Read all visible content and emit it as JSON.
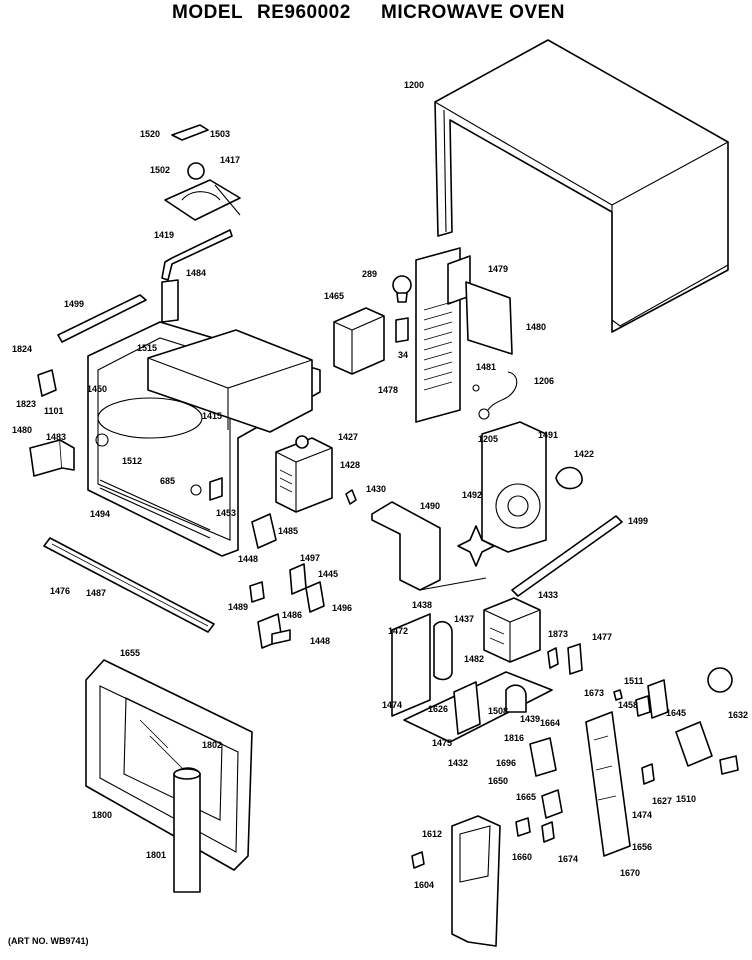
{
  "title": {
    "model_word": "MODEL",
    "model_number": "RE960002",
    "product": "MICROWAVE OVEN"
  },
  "art_number": "(ART NO. WB9741)",
  "part_labels": [
    "1200",
    "1520",
    "1503",
    "1502",
    "1417",
    "1419",
    "1484",
    "1499",
    "1515",
    "1824",
    "1823",
    "1450",
    "1101",
    "1415",
    "1480",
    "1483",
    "1512",
    "685",
    "1453",
    "1494",
    "1476",
    "1487",
    "289",
    "1479",
    "1465",
    "34",
    "1480",
    "1478",
    "1481",
    "1206",
    "1205",
    "1427",
    "1428",
    "1430",
    "1491",
    "1422",
    "1490",
    "1492",
    "1499",
    "1485",
    "1448",
    "1497",
    "1445",
    "1496",
    "1489",
    "1486",
    "1448",
    "1433",
    "1438",
    "1437",
    "1472",
    "1873",
    "1477",
    "1482",
    "1474",
    "1626",
    "1508",
    "1439",
    "1664",
    "1511",
    "1673",
    "1458",
    "1645",
    "1632",
    "1475",
    "1432",
    "1816",
    "1696",
    "1650",
    "1627",
    "1474",
    "1510",
    "1655",
    "1802",
    "1800",
    "1801",
    "1612",
    "1665",
    "1604",
    "1660",
    "1674",
    "1656",
    "1670"
  ]
}
